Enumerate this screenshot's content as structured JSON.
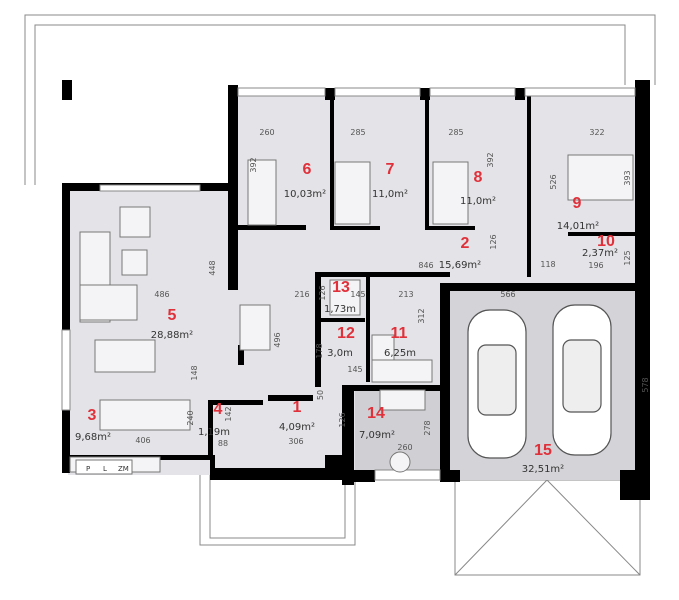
{
  "rooms": [
    {
      "number": "1",
      "area": "4,09m²"
    },
    {
      "number": "2",
      "area": "15,69m²"
    },
    {
      "number": "3",
      "area": "9,68m²"
    },
    {
      "number": "4",
      "area": "1,19m"
    },
    {
      "number": "5",
      "area": "28,88m²"
    },
    {
      "number": "6",
      "area": "10,03m²"
    },
    {
      "number": "7",
      "area": "11,0m²"
    },
    {
      "number": "8",
      "area": "11,0m²"
    },
    {
      "number": "9",
      "area": "14,01m²"
    },
    {
      "number": "10",
      "area": "2,37m²"
    },
    {
      "number": "11",
      "area": "6,25m"
    },
    {
      "number": "12",
      "area": "3,0m"
    },
    {
      "number": "13",
      "area": "1,73m"
    },
    {
      "number": "14",
      "area": "7,09m²"
    },
    {
      "number": "15",
      "area": "32,51m²"
    }
  ],
  "dimensions": [
    "260",
    "285",
    "285",
    "322",
    "392",
    "392",
    "526",
    "393",
    "126",
    "846",
    "118",
    "196",
    "125",
    "486",
    "448",
    "216",
    "145",
    "126",
    "213",
    "312",
    "178",
    "145",
    "50",
    "496",
    "148",
    "406",
    "240",
    "142",
    "88",
    "306",
    "126",
    "278",
    "260",
    "566",
    "578"
  ],
  "closet_labels": [
    "P",
    "L",
    "ZM"
  ],
  "colors": {
    "room_number": "#e0303a",
    "floor": "#e4e4e8",
    "garage_floor": "#d4d4d8",
    "walls": "#000000"
  }
}
